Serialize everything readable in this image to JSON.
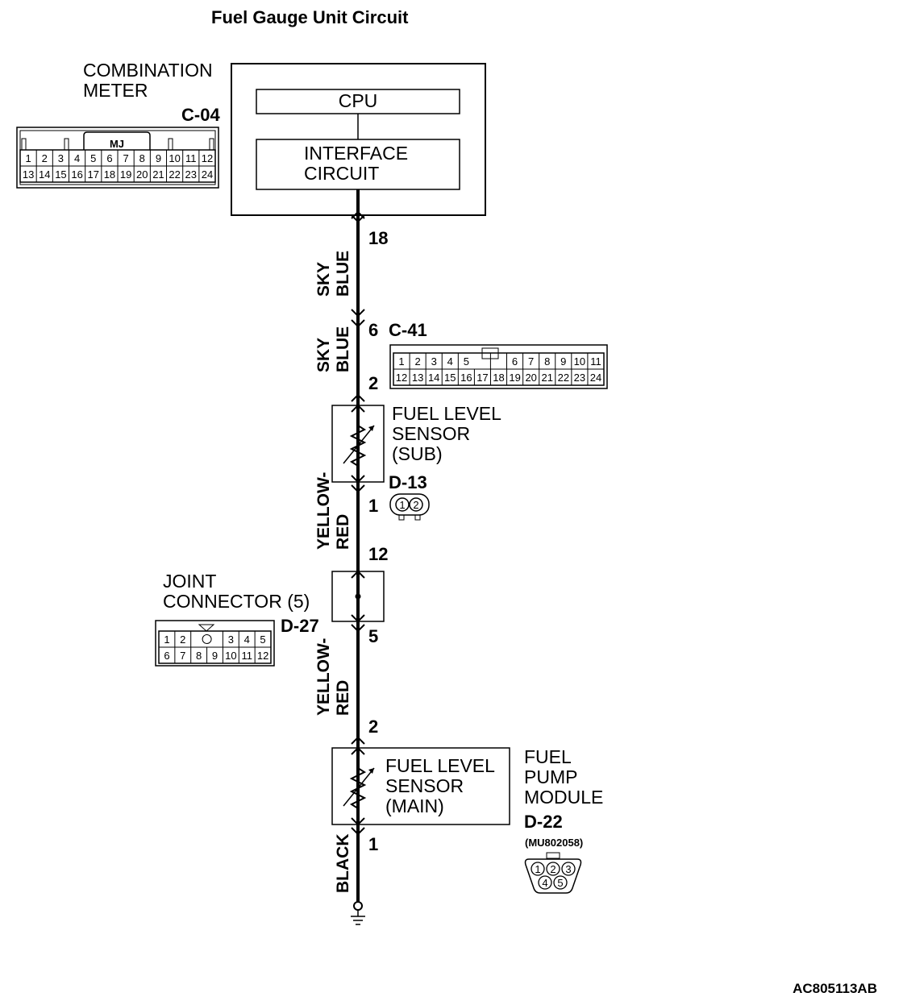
{
  "title": "Fuel Gauge Unit Circuit",
  "combination_meter": {
    "label_line1": "COMBINATION",
    "label_line2": "METER",
    "connector_code": "C-04",
    "connector_tag": "MJ",
    "connector_row1": [
      "1",
      "2",
      "3",
      "4",
      "5",
      "6",
      "7",
      "8",
      "9",
      "10",
      "11",
      "12"
    ],
    "connector_row2": [
      "13",
      "14",
      "15",
      "16",
      "17",
      "18",
      "19",
      "20",
      "21",
      "22",
      "23",
      "24"
    ],
    "cpu_label": "CPU",
    "interface_line1": "INTERFACE",
    "interface_line2": "CIRCUIT"
  },
  "pins": {
    "meter_pin": "18",
    "c41_pin_top": "6",
    "c41_pin_bottom": "2",
    "sub_pin_bottom": "1",
    "joint_pin_top": "12",
    "joint_pin_bottom": "5",
    "main_pin_top": "2",
    "main_pin_bottom": "1"
  },
  "wires": {
    "w1_line1": "SKY",
    "w1_line2": "BLUE",
    "w2_line1": "SKY",
    "w2_line2": "BLUE",
    "w3_line1": "YELLOW-",
    "w3_line2": "RED",
    "w4_line1": "YELLOW-",
    "w4_line2": "RED",
    "w5": "BLACK"
  },
  "c41": {
    "code": "C-41",
    "row1_left": [
      "1",
      "2",
      "3",
      "4",
      "5"
    ],
    "row1_right": [
      "6",
      "7",
      "8",
      "9",
      "10",
      "11"
    ],
    "row2": [
      "12",
      "13",
      "14",
      "15",
      "16",
      "17",
      "18",
      "19",
      "20",
      "21",
      "22",
      "23",
      "24"
    ]
  },
  "sensor_sub": {
    "line1": "FUEL LEVEL",
    "line2": "SENSOR",
    "line3": "(SUB)",
    "connector_code": "D-13",
    "connector_pins": [
      "1",
      "2"
    ]
  },
  "joint_connector": {
    "line1": "JOINT",
    "line2": "CONNECTOR (5)",
    "connector_code": "D-27",
    "row1_left": [
      "1",
      "2"
    ],
    "row1_right": [
      "3",
      "4",
      "5"
    ],
    "row2": [
      "6",
      "7",
      "8",
      "9",
      "10",
      "11",
      "12"
    ]
  },
  "sensor_main": {
    "line1": "FUEL LEVEL",
    "line2": "SENSOR",
    "line3": "(MAIN)"
  },
  "fuel_pump_module": {
    "line1": "FUEL",
    "line2": "PUMP",
    "line3": "MODULE",
    "connector_code": "D-22",
    "part_number": "(MU802058)",
    "connector_pins_top": [
      "1",
      "2",
      "3"
    ],
    "connector_pins_bottom": [
      "4",
      "5"
    ]
  },
  "figure_ref": "AC805113AB"
}
